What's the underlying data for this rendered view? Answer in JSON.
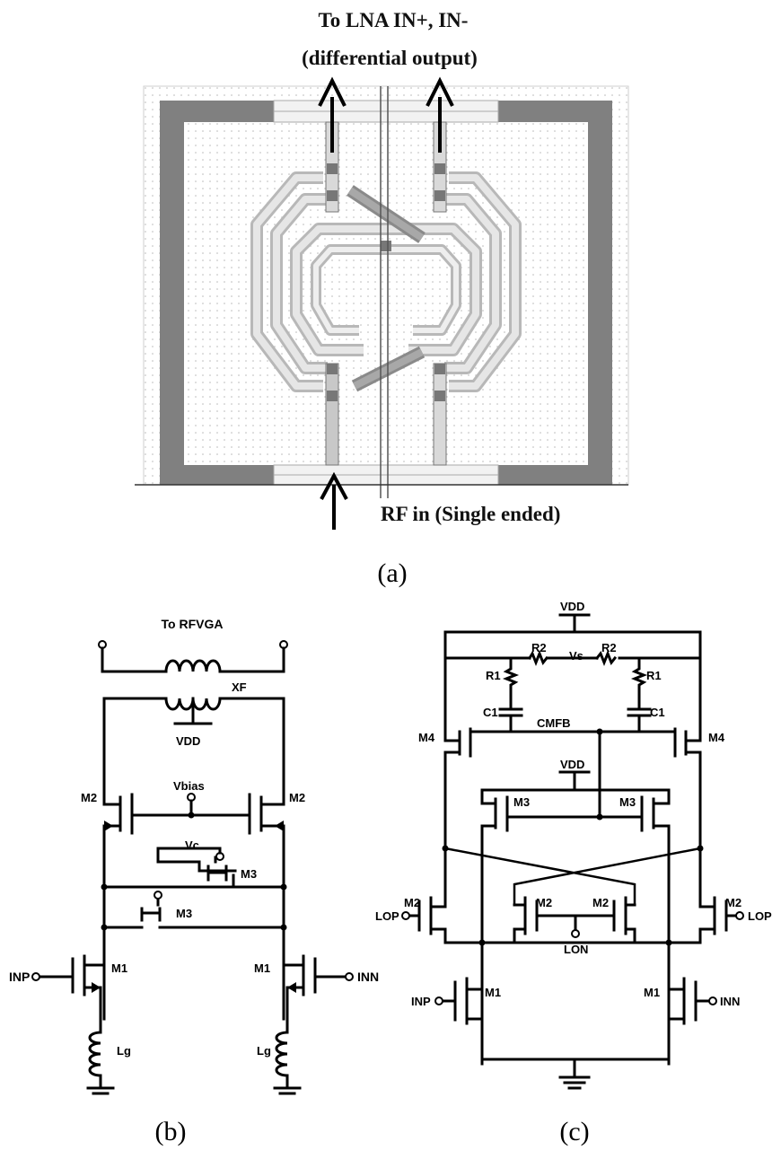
{
  "panel_a": {
    "top_label_line1": "To LNA IN+, IN-",
    "top_label_line2": "(differential output)",
    "bottom_label": "RF in (Single ended)",
    "caption": "(a)"
  },
  "panel_b": {
    "title": "To RFVGA",
    "xf": "XF",
    "vdd": "VDD",
    "vbias": "Vbias",
    "vc": "Vc",
    "m2_left": "M2",
    "m2_right": "M2",
    "m3_top": "M3",
    "m3_bottom": "M3",
    "m1_left": "M1",
    "m1_right": "M1",
    "inp": "INP",
    "inn": "INN",
    "lg_left": "Lg",
    "lg_right": "Lg",
    "caption": "(b)"
  },
  "panel_c": {
    "vdd_top": "VDD",
    "r2_left": "R2",
    "vs": "Vs",
    "r2_right": "R2",
    "r1_left": "R1",
    "r1_right": "R1",
    "c1_left": "C1",
    "c1_right": "C1",
    "cmfb": "CMFB",
    "m4_left": "M4",
    "m4_right": "M4",
    "vdd_mid": "VDD",
    "m3_left": "M3",
    "m3_right": "M3",
    "m2_outer_left": "M2",
    "m2_inner_left": "M2",
    "m2_inner_right": "M2",
    "m2_outer_right": "M2",
    "lop_left": "LOP",
    "lop_right": "LOP",
    "lon": "LON",
    "m1_left": "M1",
    "m1_right": "M1",
    "inp": "INP",
    "inn": "INN",
    "caption": "(c)"
  }
}
